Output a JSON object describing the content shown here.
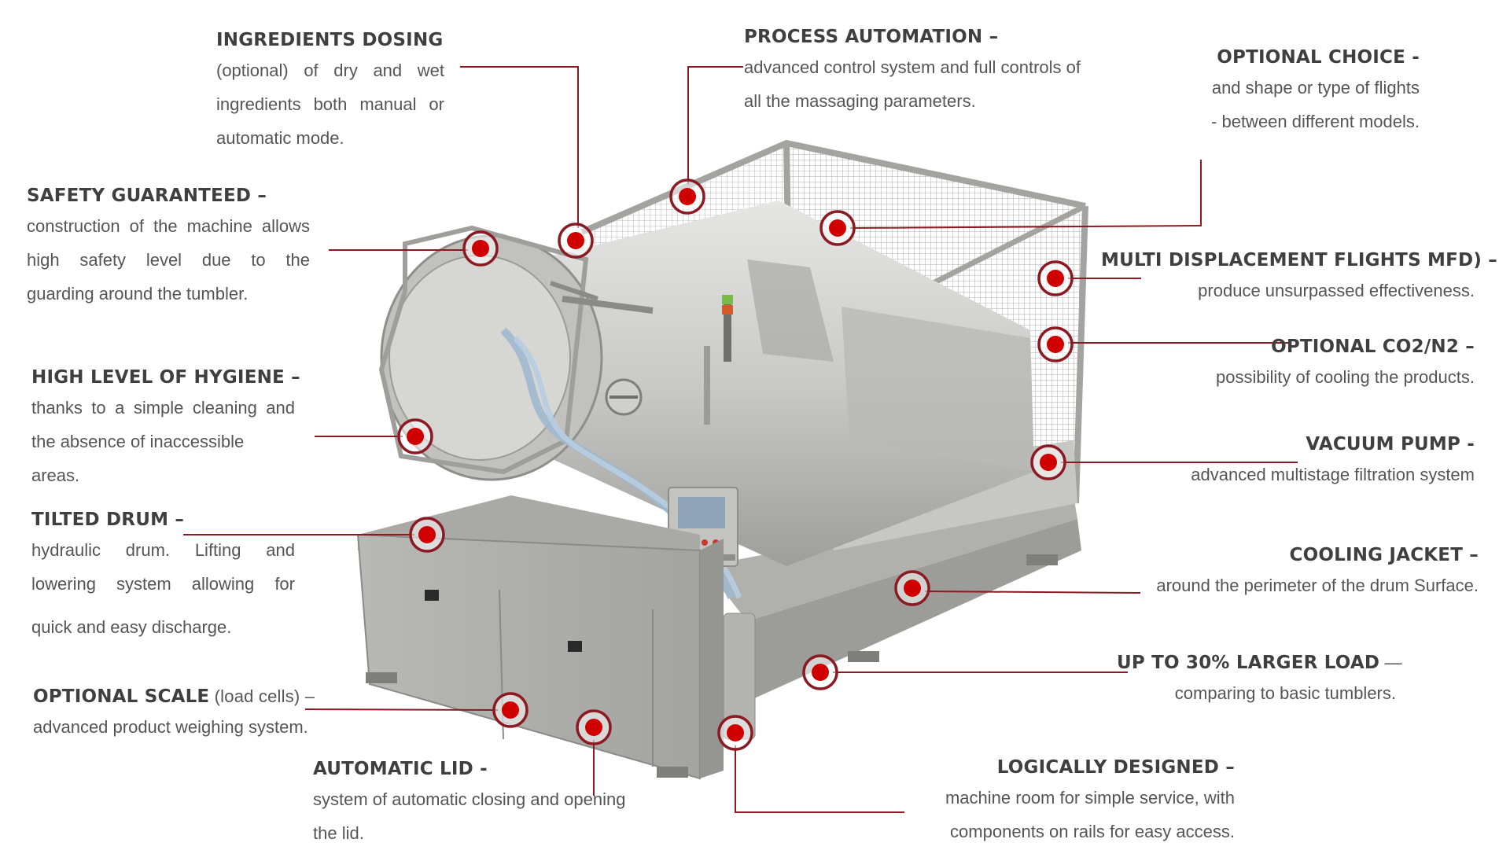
{
  "callouts": {
    "ingredients_dosing": {
      "title": "INGREDIENTS DOSING",
      "lines": [
        "(optional) of dry and wet",
        "ingredients both manual or",
        "automatic mode."
      ]
    },
    "process_automation": {
      "title": "PROCESS AUTOMATION –",
      "lines": [
        "advanced control system and full controls of",
        "all the massaging parameters."
      ]
    },
    "optional_choice": {
      "title": "OPTIONAL CHOICE -",
      "lines": [
        "and shape or type of flights",
        "- between different models."
      ]
    },
    "safety_guaranteed": {
      "title": "SAFETY GUARANTEED –",
      "lines": [
        "construction of the machine allows",
        "high safety level due to the",
        "guarding around the tumbler."
      ]
    },
    "mfd": {
      "title": "MULTI DISPLACEMENT FLIGHTS MFD) –",
      "lines": [
        "produce unsurpassed effectiveness."
      ]
    },
    "co2_n2": {
      "title": "OPTIONAL CO2/N2 –",
      "lines": [
        "possibility of cooling the products."
      ]
    },
    "hygiene": {
      "title": "HIGH LEVEL OF HYGIENE –",
      "lines": [
        "thanks to a simple cleaning and",
        "the absence of inaccessible areas."
      ]
    },
    "vacuum_pump": {
      "title": "VACUUM PUMP -",
      "lines": [
        "advanced multistage filtration system"
      ]
    },
    "tilted_drum": {
      "title": "TILTED DRUM –",
      "lines": [
        "hydraulic drum. Lifting and",
        "lowering system allowing for",
        "quick and easy discharge."
      ]
    },
    "cooling_jacket": {
      "title": "COOLING JACKET –",
      "lines": [
        "around the perimeter of the drum Surface."
      ]
    },
    "larger_load": {
      "title": "UP TO 30% LARGER LOAD",
      "title_suffix": " —",
      "lines": [
        "comparing to basic tumblers."
      ]
    },
    "optional_scale": {
      "title": "OPTIONAL SCALE",
      "title_suffix": " (load cells) –",
      "lines": [
        "advanced product weighing system."
      ]
    },
    "automatic_lid": {
      "title": "AUTOMATIC LID -",
      "lines": [
        "system of automatic closing and opening",
        "the lid."
      ]
    },
    "logically_designed": {
      "title": "LOGICALLY DESIGNED –",
      "lines": [
        "machine room for simple service, with",
        "components on rails for easy access."
      ]
    }
  },
  "colors": {
    "accent": "#8b1a22",
    "marker_fill": "#d10000",
    "steel": "#a9a9a6",
    "text": "#555555",
    "title": "#3f3f3f"
  },
  "icons": {
    "marker": "hotspot-marker-icon"
  }
}
